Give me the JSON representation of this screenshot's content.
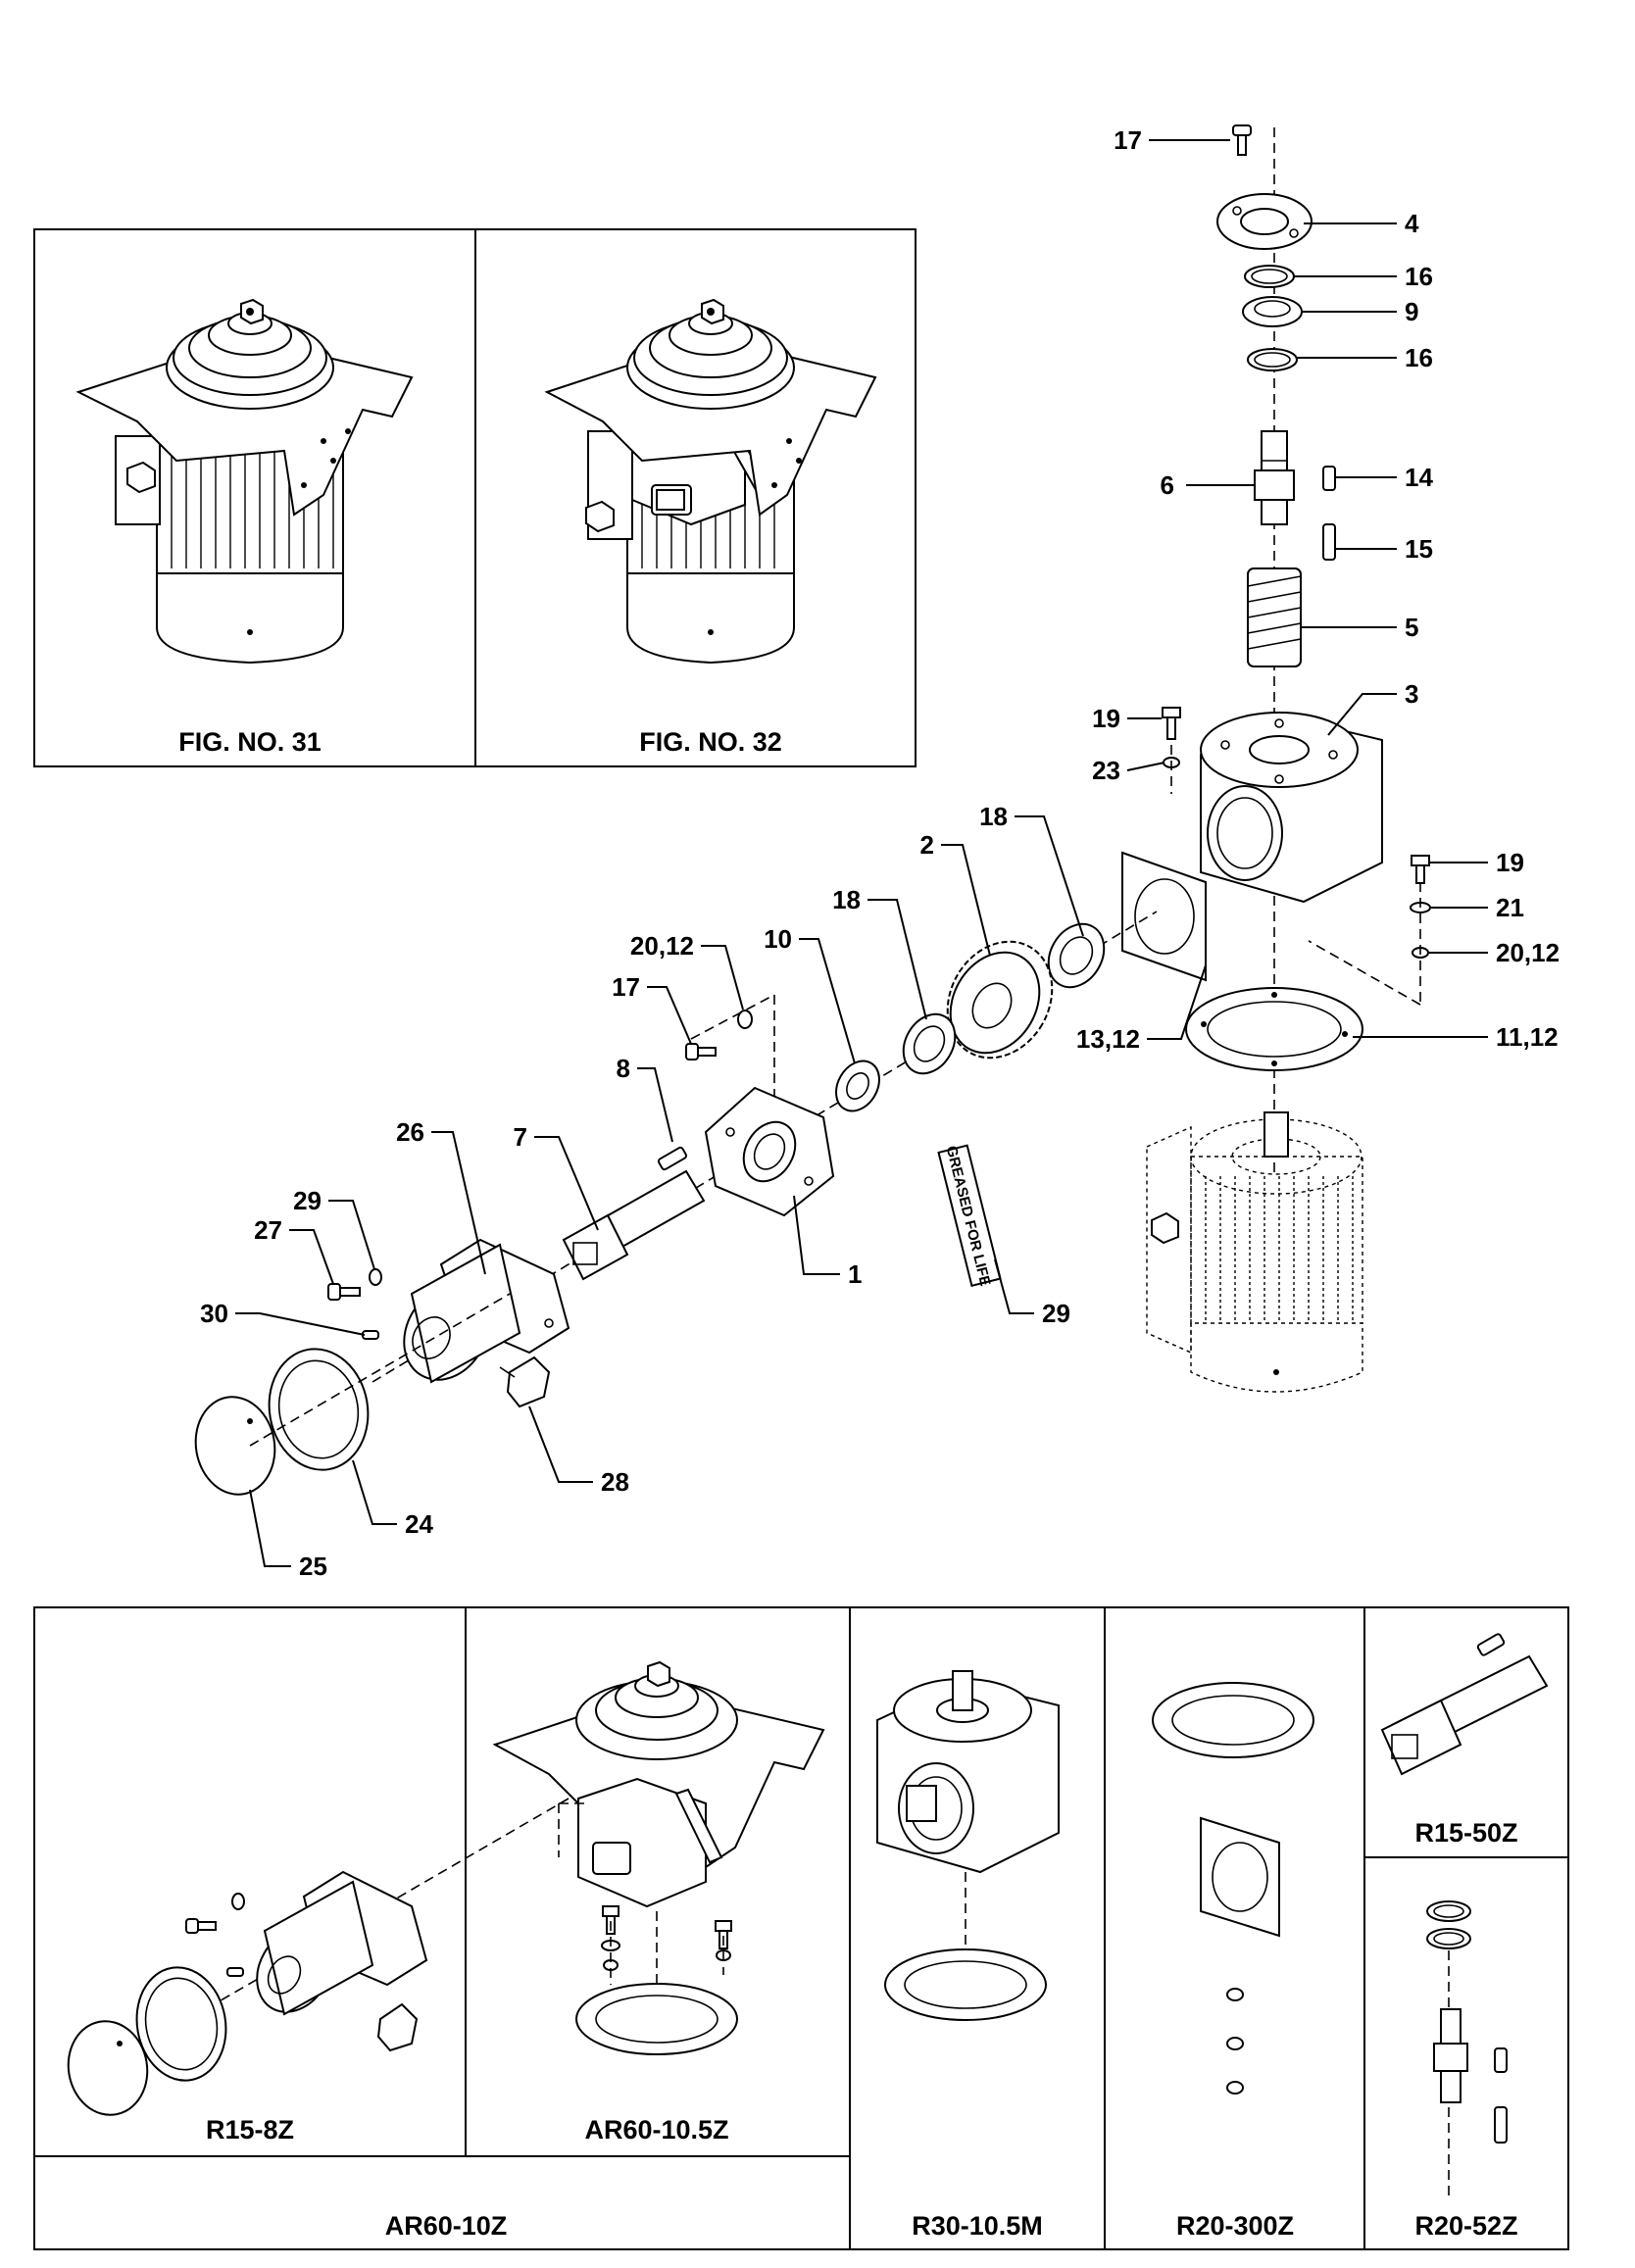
{
  "figures": {
    "fig31": "FIG. NO. 31",
    "fig32": "FIG. NO. 32"
  },
  "callouts": {
    "c17_top": "17",
    "c4": "4",
    "c16_a": "16",
    "c9": "9",
    "c16_b": "16",
    "c6": "6",
    "c14": "14",
    "c15": "15",
    "c5": "5",
    "c3": "3",
    "c19_a": "19",
    "c23": "23",
    "c18_a": "18",
    "c2": "2",
    "c18_b": "18",
    "c10": "10",
    "c20_12_a": "20,12",
    "c17_b": "17",
    "c19_b": "19",
    "c21": "21",
    "c20_12_b": "20,12",
    "c13_12": "13,12",
    "c11_12": "11,12",
    "c8": "8",
    "c7": "7",
    "c26": "26",
    "c29_a": "29",
    "c27": "27",
    "c1": "1",
    "c29_b": "29",
    "c30": "30",
    "c28": "28",
    "c24": "24",
    "c25": "25"
  },
  "decal": "GREASED FOR LIFE",
  "kits": {
    "r15_8z": "R15-8Z",
    "ar60_10_5z": "AR60-10.5Z",
    "ar60_10z": "AR60-10Z",
    "r30_10_5m": "R30-10.5M",
    "r20_300z": "R20-300Z",
    "r15_50z": "R15-50Z",
    "r20_52z": "R20-52Z"
  }
}
